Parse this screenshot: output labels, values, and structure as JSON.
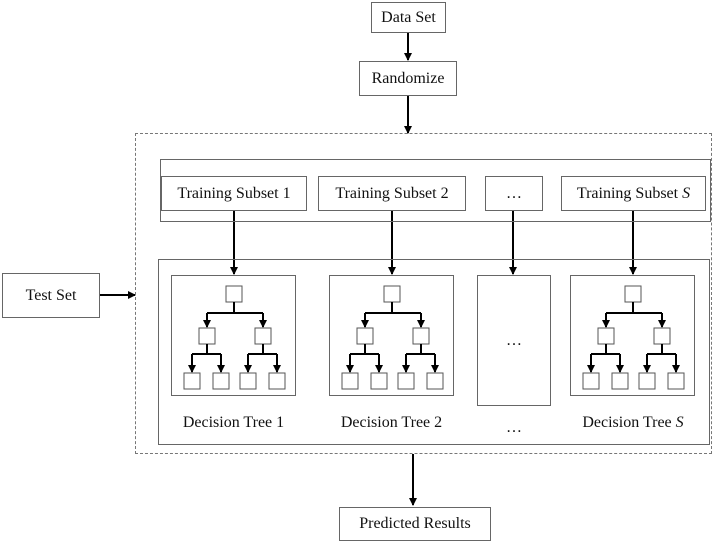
{
  "nodes": {
    "data_set": "Data Set",
    "randomize": "Randomize",
    "test_set": "Test Set",
    "predicted_results": "Predicted Results"
  },
  "training_subsets": [
    {
      "label": "Training Subset 1",
      "prefix": "Training Subset ",
      "suffix": "1",
      "suffix_italic": false
    },
    {
      "label": "Training Subset 2",
      "prefix": "Training Subset ",
      "suffix": "2",
      "suffix_italic": false
    },
    {
      "label": "…",
      "prefix": "…",
      "suffix": "",
      "suffix_italic": false
    },
    {
      "label": "Training Subset S",
      "prefix": "Training Subset ",
      "suffix": "S",
      "suffix_italic": true
    }
  ],
  "decision_trees": [
    {
      "label": "Decision Tree 1",
      "prefix": "Decision Tree ",
      "suffix": "1",
      "suffix_italic": false
    },
    {
      "label": "Decision Tree 2",
      "prefix": "Decision Tree ",
      "suffix": "2",
      "suffix_italic": false
    },
    {
      "label": "…",
      "prefix": "…",
      "suffix": "",
      "suffix_italic": false
    },
    {
      "label": "Decision Tree S",
      "prefix": "Decision Tree ",
      "suffix": "S",
      "suffix_italic": true
    }
  ],
  "placeholder_tree_text": "…"
}
